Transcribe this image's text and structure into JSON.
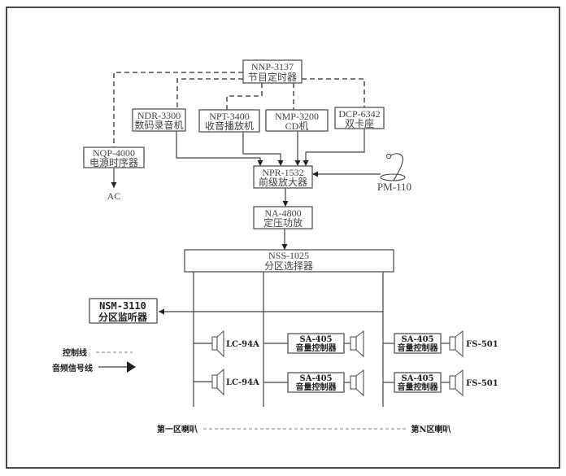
{
  "diagram": {
    "devices": {
      "timer": {
        "model": "NNP-3137",
        "name": "节目定时器"
      },
      "recorder": {
        "model": "NDR-3300",
        "name": "数码录音机"
      },
      "tuner": {
        "model": "NPT-3400",
        "name": "收音播放机"
      },
      "cd_player": {
        "model": "NMP-3200",
        "name": "CD机"
      },
      "cassette": {
        "model": "DCP-6342",
        "name": "双卡座"
      },
      "power_sequencer": {
        "model": "NQP-4000",
        "name": "电源时序器"
      },
      "preamp": {
        "model": "NPR-1532",
        "name": "前级放大器"
      },
      "amplifier": {
        "model": "NA-4800",
        "name": "定压功放"
      },
      "zone_selector": {
        "model": "NSS-1025",
        "name": "分区选择器"
      },
      "zone_monitor": {
        "model": "NSM-3110",
        "name": "分区监听器"
      }
    },
    "ac_label": "AC",
    "microphone_label": "PM-110",
    "speakers": {
      "zone_first": [
        "LC-94A",
        "LC-94A"
      ],
      "zone_last": [
        "FS-501",
        "FS-501"
      ]
    },
    "volume_controls": [
      {
        "model": "SA-405",
        "name": "音量控制器"
      },
      {
        "model": "SA-405",
        "name": "音量控制器"
      },
      {
        "model": "SA-405",
        "name": "音量控制器"
      },
      {
        "model": "SA-405",
        "name": "音量控制器"
      }
    ],
    "legend": {
      "control_line": "控制线",
      "audio_line": "音频信号线"
    },
    "zone_range": {
      "first": "第一区喇叭",
      "last": "第N区喇叭"
    }
  }
}
